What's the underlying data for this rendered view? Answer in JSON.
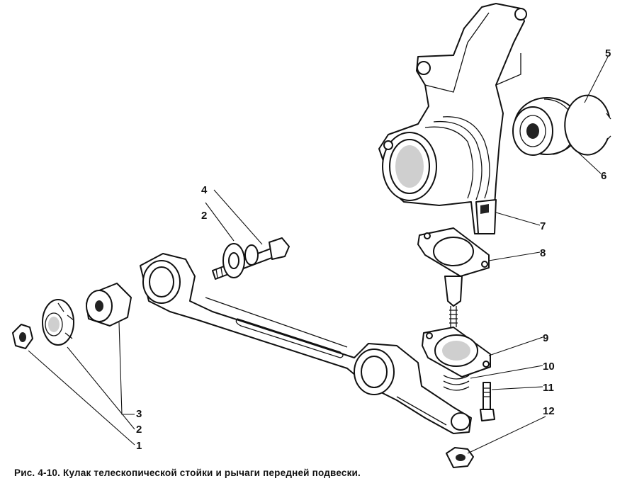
{
  "caption": "Рис. 4-10. Кулак телескопической стойки и рычаги передней подвески.",
  "callouts": [
    {
      "id": "c1",
      "text": "1"
    },
    {
      "id": "c2a",
      "text": "2"
    },
    {
      "id": "c2b",
      "text": "2"
    },
    {
      "id": "c3",
      "text": "3"
    },
    {
      "id": "c4",
      "text": "4"
    },
    {
      "id": "c5",
      "text": "5"
    },
    {
      "id": "c6",
      "text": "6"
    },
    {
      "id": "c7",
      "text": "7"
    },
    {
      "id": "c8",
      "text": "8"
    },
    {
      "id": "c9",
      "text": "9"
    },
    {
      "id": "c10",
      "text": "10"
    },
    {
      "id": "c11",
      "text": "11"
    },
    {
      "id": "c12",
      "text": "12"
    }
  ]
}
